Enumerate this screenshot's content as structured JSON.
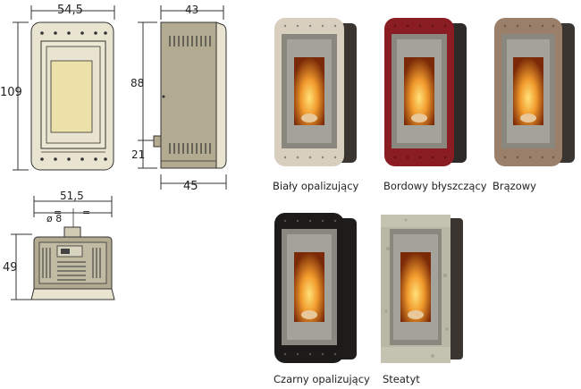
{
  "dimensions": {
    "front_width": "54,5",
    "front_height": "109",
    "side_depth_top": "43",
    "side_height": "88",
    "side_low": "21",
    "side_depth_bottom": "45",
    "top_width": "51,5",
    "top_pipe": "ø 8",
    "top_height": "49"
  },
  "colors": {
    "line": "#333333",
    "body_beige": "#e9e4cf",
    "panel_cream": "#ece2a9",
    "side_khaki": "#b2ab92",
    "white_opal": "#d8cfbf",
    "bordeaux": "#8a1d24",
    "brown": "#9a7f6a",
    "black": "#1c1b1a",
    "steatite": "#b9b8a6"
  },
  "variants": [
    {
      "name": "Biały opalizujący",
      "color": "#d8cfbf"
    },
    {
      "name": "Bordowy błyszczący",
      "color": "#8a1d24"
    },
    {
      "name": "Brązowy",
      "color": "#9a7f6a"
    },
    {
      "name": "Czarny opalizujący",
      "color": "#1c1b1a"
    },
    {
      "name": "Steatyt",
      "color": "#b9b8a6"
    }
  ]
}
